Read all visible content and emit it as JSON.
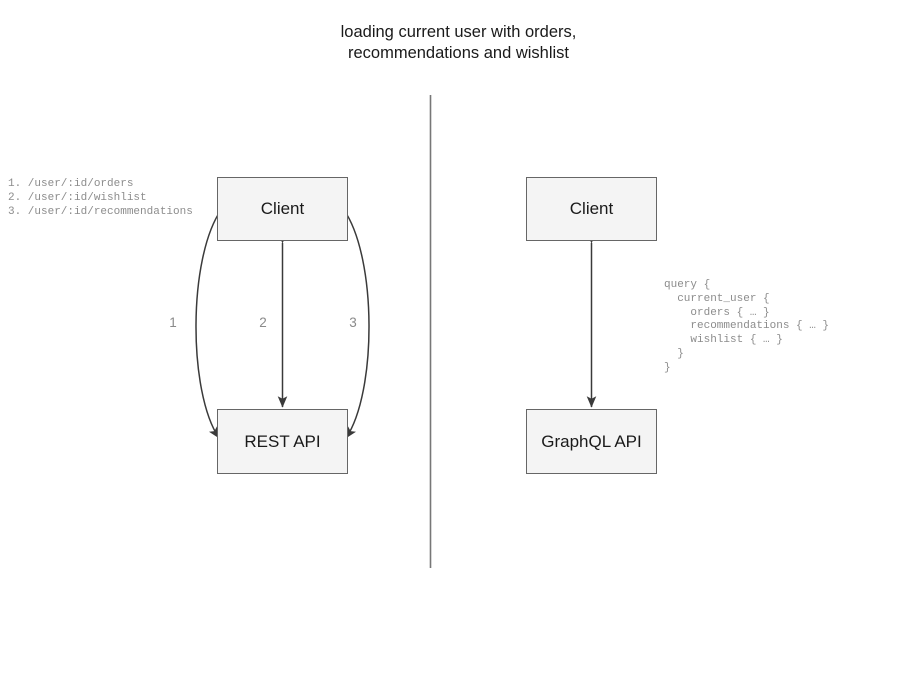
{
  "title": "loading current user with orders,\nrecommendations and wishlist",
  "divider": {
    "name": "vertical-divider",
    "color": "#777777"
  },
  "left_panel": {
    "endpoints_text": "1. /user/:id/orders\n2. /user/:id/wishlist\n3. /user/:id/recommendations",
    "client_label": "Client",
    "api_label": "REST API",
    "edge_labels": [
      "1",
      "2",
      "3"
    ]
  },
  "right_panel": {
    "client_label": "Client",
    "api_label": "GraphQL API",
    "query_text": "query {\n  current_user {\n    orders { … }\n    recommendations { … }\n    wishlist { … }\n  }\n}"
  },
  "colors": {
    "box_fill": "#f4f4f4",
    "box_border": "#666666",
    "arrow": "#3a3a3a",
    "code_text": "#8c8c8c",
    "label_text": "#8a8a8a"
  }
}
